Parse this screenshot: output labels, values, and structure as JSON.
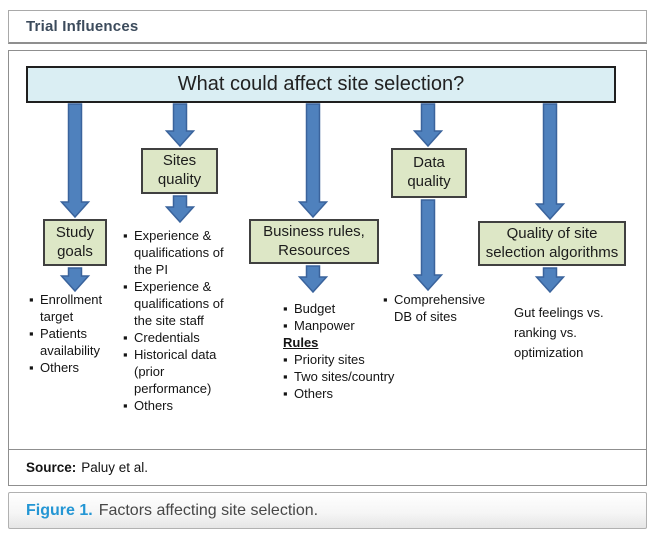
{
  "header": {
    "title": "Trial Influences"
  },
  "diagram": {
    "question": "What could affect site selection?",
    "bullet_char": "▪",
    "columns": [
      {
        "box": "Study goals",
        "items": [
          {
            "t": "Enrollment target"
          },
          {
            "t": "Patients availability"
          },
          {
            "t": "Others"
          }
        ]
      },
      {
        "box": "Sites quality",
        "items": [
          {
            "t": "Experience & qualifications of the PI"
          },
          {
            "t": "Experience & qualifications of the site staff"
          },
          {
            "t": "Credentials"
          },
          {
            "t": "Historical data (prior performance)"
          },
          {
            "t": "Others"
          }
        ]
      },
      {
        "box": "Business rules, Resources",
        "items": [
          {
            "t": "Budget"
          },
          {
            "t": "Manpower"
          },
          {
            "t": "Rules",
            "heading": true
          },
          {
            "t": "Priority sites"
          },
          {
            "t": "Two sites/country"
          },
          {
            "t": "Others"
          }
        ]
      },
      {
        "box": "Data quality",
        "items": [
          {
            "t": "Comprehensive DB of sites"
          }
        ]
      },
      {
        "box": "Quality of site selection algorithms",
        "items": [
          {
            "t": "Gut feelings vs. ranking vs. optimization",
            "plain": true
          }
        ]
      }
    ]
  },
  "source": {
    "label": "Source:",
    "text": "Paluy et al."
  },
  "caption": {
    "label": "Figure 1.",
    "text": "Factors affecting site selection."
  },
  "colors": {
    "arrow_fill": "#4f81bd",
    "arrow_border": "#3a639c",
    "box_fill": "#dde7c6",
    "box_border": "#404040",
    "question_fill": "#daeef3",
    "question_border": "#1f1f1f",
    "header_text": "#3c4b5c",
    "figure_label": "#2496d4"
  }
}
